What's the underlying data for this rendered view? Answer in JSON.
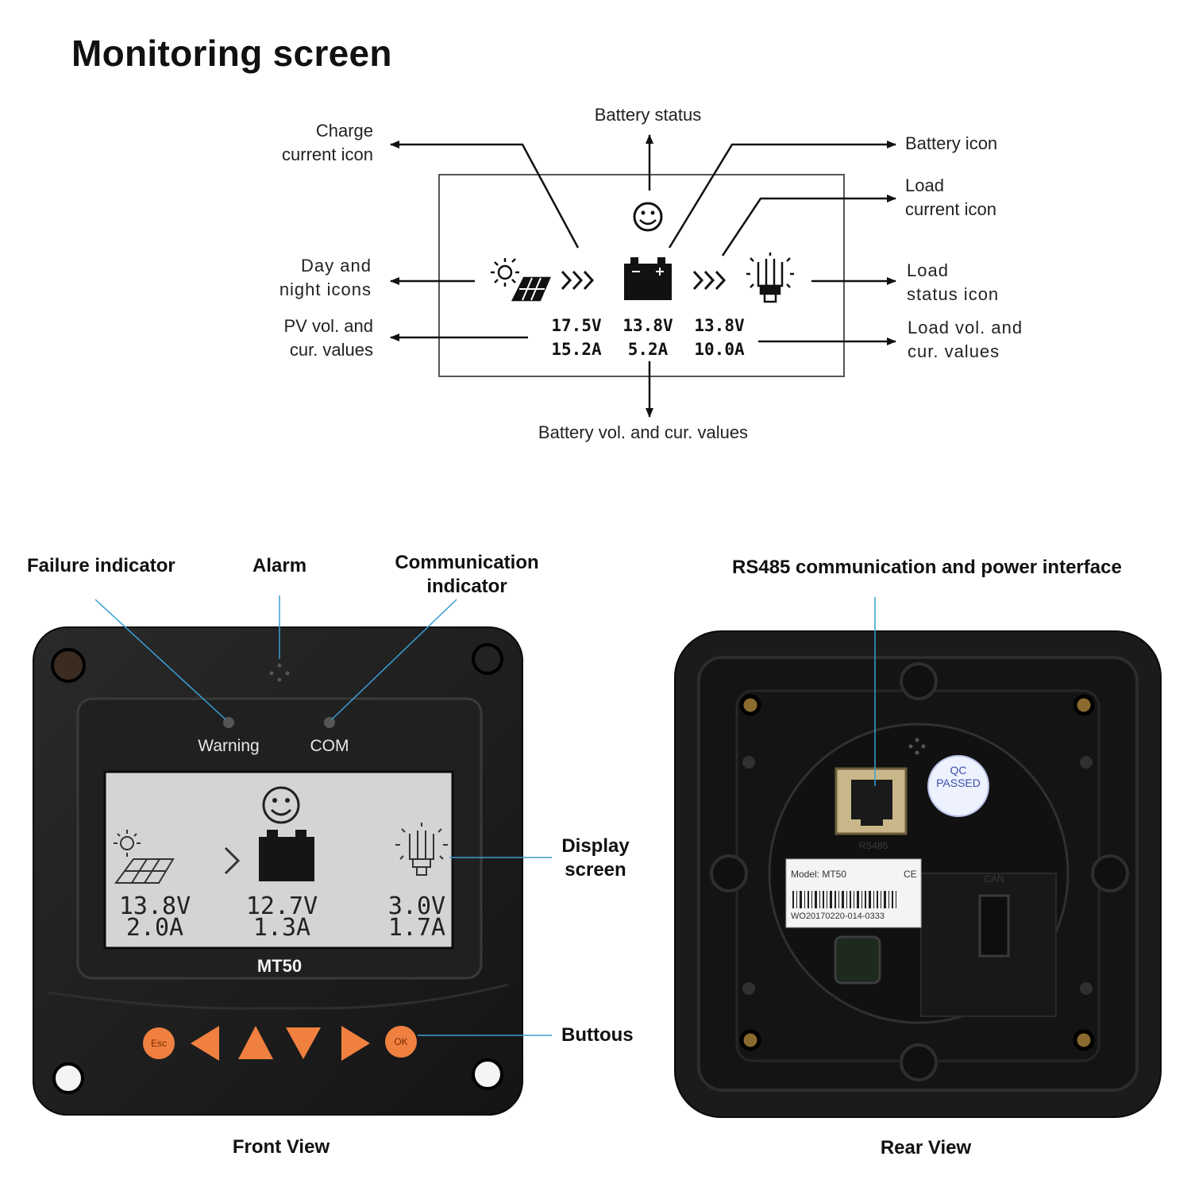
{
  "title": "Monitoring screen",
  "top_diagram": {
    "labels": {
      "charge_current_icon": [
        "Charge",
        "current icon"
      ],
      "battery_status": "Battery status",
      "battery_icon": "Battery icon",
      "load_current_icon": [
        "Load",
        "current icon"
      ],
      "day_night_icons": [
        "Day and",
        "night icons"
      ],
      "load_status_icon": [
        "Load",
        "status icon"
      ],
      "pv_values": [
        "PV vol. and",
        "cur. values"
      ],
      "load_values": [
        "Load vol. and",
        "cur. values"
      ],
      "battery_values": "Battery vol. and cur. values"
    },
    "readings": {
      "pv": {
        "voltage": "17.5V",
        "current": "15.2A"
      },
      "battery": {
        "voltage": "13.8V",
        "current": "5.2A"
      },
      "load": {
        "voltage": "13.8V",
        "current": "10.0A"
      }
    }
  },
  "front_view": {
    "caption": "Front View",
    "labels": {
      "failure_indicator": "Failure indicator",
      "alarm": "Alarm",
      "communication_indicator": [
        "Communication",
        "indicator"
      ],
      "display_screen": [
        "Display",
        "screen"
      ],
      "buttons": "Buttous"
    },
    "leds": {
      "warning": "Warning",
      "com": "COM"
    },
    "model": "MT50",
    "readings": {
      "pv": {
        "voltage": "13.8V",
        "current": "2.0A"
      },
      "battery": {
        "voltage": "12.7V",
        "current": "1.3A"
      },
      "load": {
        "voltage": "3.0V",
        "current": "1.7A"
      }
    },
    "buttons": [
      {
        "label": "Esc",
        "icon": "esc"
      },
      {
        "label": "",
        "icon": "left-arrow"
      },
      {
        "label": "",
        "icon": "up-arrow"
      },
      {
        "label": "",
        "icon": "down-arrow"
      },
      {
        "label": "",
        "icon": "right-arrow"
      },
      {
        "label": "OK",
        "icon": "ok"
      }
    ]
  },
  "rear_view": {
    "caption": "Rear View",
    "labels": {
      "rs485": "RS485 communication and power interface"
    },
    "sticker": {
      "line1": "QC",
      "line2": "PASSED"
    },
    "port_label": "RS485",
    "can_label": "CAN",
    "nameplate": {
      "model": "Model: MT50",
      "serial": "WO20170220-014-0333",
      "ce": "CE"
    }
  },
  "colors": {
    "leader_blue": "#3a9ed3",
    "button_orange": "#f08040",
    "device_black": "#1c1c1c",
    "lcd_grey": "#d4d4d4"
  }
}
